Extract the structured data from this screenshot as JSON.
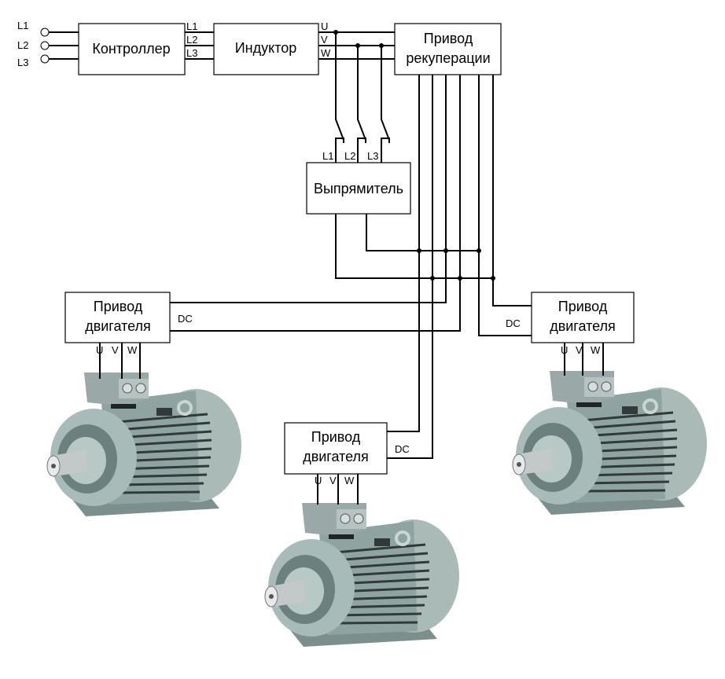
{
  "inputs": [
    "L1",
    "L2",
    "L3"
  ],
  "controller": {
    "label": "Контроллер",
    "out": [
      "L1",
      "L2",
      "L3"
    ]
  },
  "inductor": {
    "label": "Индуктор",
    "out": [
      "U",
      "V",
      "W"
    ]
  },
  "regen": {
    "line1": "Привод",
    "line2": "рекуперации"
  },
  "rectifier": {
    "label": "Выпрямитель",
    "in": [
      "L1",
      "L2",
      "L3"
    ]
  },
  "drives": [
    {
      "line1": "Привод",
      "line2": "двигателя",
      "dc": "DC",
      "phases": [
        "U",
        "V",
        "W"
      ]
    },
    {
      "line1": "Привод",
      "line2": "двигателя",
      "dc": "DC",
      "phases": [
        "U",
        "V",
        "W"
      ]
    },
    {
      "line1": "Привод",
      "line2": "двигателя",
      "dc": "DC",
      "phases": [
        "U",
        "V",
        "W"
      ]
    }
  ],
  "colors": {
    "motor_body": "#8fa3a0",
    "motor_dark": "#3d4a48",
    "motor_light": "#c9d6d3"
  }
}
